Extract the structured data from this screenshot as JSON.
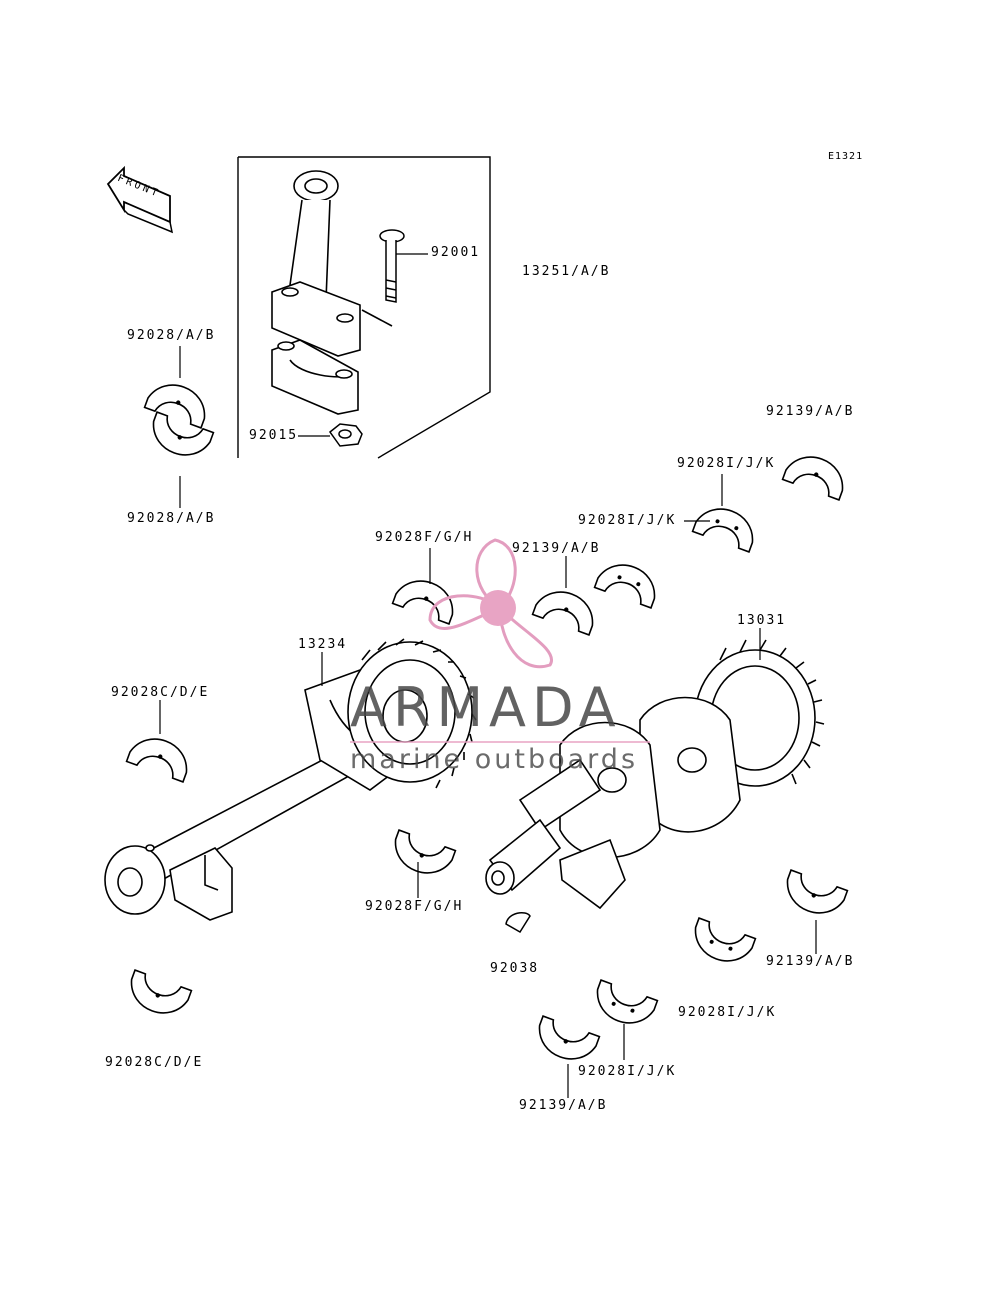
{
  "diagram": {
    "code": "E1321",
    "front_label": "FRONT"
  },
  "labels": {
    "p92001": "92001",
    "p13251": "13251/A/B",
    "p92028ab_top": "92028/A/B",
    "p92015": "92015",
    "p92028ab_bottom": "92028/A/B",
    "p92139ab_top": "92139/A/B",
    "p92028ijk_1": "92028I/J/K",
    "p92028ijk_2": "92028I/J/K",
    "p92028fgh_top": "92028F/G/H",
    "p92139ab_mid": "92139/A/B",
    "p13031": "13031",
    "p13234": "13234",
    "p92028cde_top": "92028C/D/E",
    "p92028fgh_bottom": "92028F/G/H",
    "p92038": "92038",
    "p92139ab_right": "92139/A/B",
    "p92028ijk_3": "92028I/J/K",
    "p92028cde_bottom": "92028C/D/E",
    "p92028ijk_4": "92028I/J/K",
    "p92139ab_bottom": "92139/A/B"
  },
  "watermark": {
    "brand": "ARMADA",
    "tagline": "marine outboards",
    "logo_icon": "propeller-icon",
    "logo_color": "#e8a4c4"
  }
}
